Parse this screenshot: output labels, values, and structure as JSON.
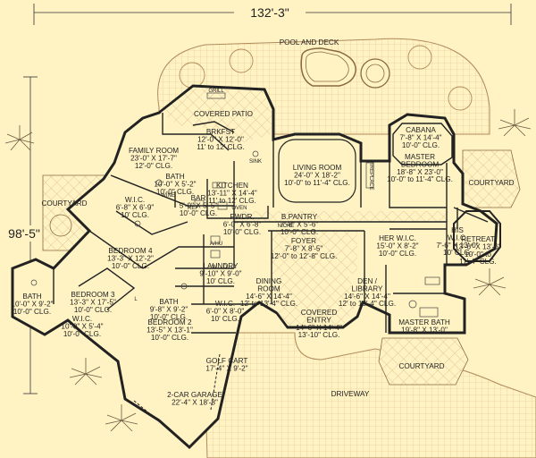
{
  "plan": {
    "overall_width": "132'-3\"",
    "overall_depth": "98'-5\"",
    "rooms": [
      {
        "id": "pool",
        "lines": [
          "POOL AND DECK"
        ]
      },
      {
        "id": "covered-patio",
        "lines": [
          "COVERED PATIO"
        ]
      },
      {
        "id": "brkfst",
        "lines": [
          "BRKFST",
          "12'-0\" X 12'-0\"",
          "11' to 12' CLG."
        ]
      },
      {
        "id": "family-room",
        "lines": [
          "FAMILY ROOM",
          "23'-0\" X 17'-7\"",
          "12'-0\" CLG."
        ]
      },
      {
        "id": "living-room",
        "lines": [
          "LIVING ROOM",
          "24'-0\" X 18'-2\"",
          "10'-0\" to 11'-4\" CLG."
        ]
      },
      {
        "id": "cabana",
        "lines": [
          "CABANA",
          "7'-8\" X 14'-4\"",
          "10'-0\" CLG."
        ]
      },
      {
        "id": "master-bedroom",
        "lines": [
          "MASTER",
          "BEDROOM",
          "18'-8\" X 23'-0\"",
          "10'-0\" to 11'-4\" CLG."
        ]
      },
      {
        "id": "courtyard-right",
        "lines": [
          "COURTYARD"
        ]
      },
      {
        "id": "bath-1",
        "lines": [
          "BATH",
          "10'-0\" X 5'-2\"",
          "10'-0\" CLG."
        ]
      },
      {
        "id": "kitchen",
        "lines": [
          "KITCHEN",
          "13'-11\" X 14'-4\"",
          "11' to 12' CLG."
        ]
      },
      {
        "id": "bar",
        "lines": [
          "BAR",
          "5'-0\" X 5'-5\"",
          "10'-0\" CLG."
        ]
      },
      {
        "id": "wic-1",
        "lines": [
          "W.I.C.",
          "6'-8\" X 6'-9\"",
          "10' CLG."
        ]
      },
      {
        "id": "courtyard-left",
        "lines": [
          "COURTYARD"
        ]
      },
      {
        "id": "bedroom-4",
        "lines": [
          "BEDROOM 4",
          "13'-3\" X 12'-2\"",
          "10'-0\" CLG."
        ]
      },
      {
        "id": "pwdr",
        "lines": [
          "PWDR.",
          "6'-0\" X 6'-8\"",
          "10'-0\" CLG."
        ]
      },
      {
        "id": "b-pantry",
        "lines": [
          "B.PANTRY",
          "7'-8\" X 5'-6\"",
          "10'-0\" CLG."
        ]
      },
      {
        "id": "his-wic",
        "lines": [
          "HIS",
          "W.I.C.",
          "7'-6\" X 13'-0\"",
          "10' CLG."
        ]
      },
      {
        "id": "retreat",
        "lines": [
          "RETREAT",
          "13'-6\" X 13'-6\"",
          "10'-0\" to",
          "11'-4\" CLG."
        ]
      },
      {
        "id": "foyer",
        "lines": [
          "FOYER",
          "7'-8\" X 8'-5\"",
          "12'-0\" to 12'-8\" CLG."
        ]
      },
      {
        "id": "her-wic",
        "lines": [
          "HER W.I.C.",
          "15'-0\" X 8'-2\"",
          "10'-0\" CLG."
        ]
      },
      {
        "id": "laundry",
        "lines": [
          "LAUNDRY",
          "9'-10\" X 9'-0\"",
          "10' CLG."
        ]
      },
      {
        "id": "dining-room",
        "lines": [
          "DINING",
          "ROOM",
          "14'-6\" X 14'-4\"",
          "12' to 13'-4\" CLG."
        ]
      },
      {
        "id": "den-library",
        "lines": [
          "DEN /",
          "LIBRARY",
          "14'-6\" X 14'-4\"",
          "12' to 13'-4\" CLG."
        ]
      },
      {
        "id": "bath-far-left",
        "lines": [
          "BATH",
          "10'-0\" X 9'-2\"",
          "10'-0\" CLG."
        ]
      },
      {
        "id": "bedroom-3",
        "lines": [
          "BEDROOM 3",
          "13'-3\" X 17'-5\"",
          "10'-0\" CLG."
        ]
      },
      {
        "id": "wic-3",
        "lines": [
          "W.I.C.",
          "10'-0\" X 5'-4\"",
          "10'-0\" CLG."
        ]
      },
      {
        "id": "bath-2",
        "lines": [
          "BATH",
          "9'-8\" X 9'-2\"",
          "10'-0\" CLG."
        ]
      },
      {
        "id": "wic-2",
        "lines": [
          "W.I.C.",
          "6'-0\" X 8'-0\"",
          "10' CLG."
        ]
      },
      {
        "id": "bedroom-2",
        "lines": [
          "BEDROOM 2",
          "13'-5\" X 13'-1\"",
          "10'-0\" CLG."
        ]
      },
      {
        "id": "covered-entry",
        "lines": [
          "COVERED",
          "ENTRY",
          "14'-6\" X 14'-4\"",
          "13'-10\" CLG."
        ]
      },
      {
        "id": "master-bath",
        "lines": [
          "MASTER BATH",
          "19'-8\" X 13'-0\""
        ]
      },
      {
        "id": "golf-cart",
        "lines": [
          "GOLF CART",
          "17'-4\" X 9'-2\""
        ]
      },
      {
        "id": "courtyard-bottom",
        "lines": [
          "COURTYARD"
        ]
      },
      {
        "id": "garage",
        "lines": [
          "2-CAR GARAGE",
          "22'-4\" X 18'-8\""
        ]
      },
      {
        "id": "driveway",
        "lines": [
          "DRIVEWAY"
        ]
      }
    ],
    "fixtures": [
      "GRILL",
      "SINK",
      "FIREPLACE",
      "WINE",
      "REF",
      "OVEN",
      "NICHE",
      "A/HU",
      "W",
      "D",
      "L"
    ]
  }
}
